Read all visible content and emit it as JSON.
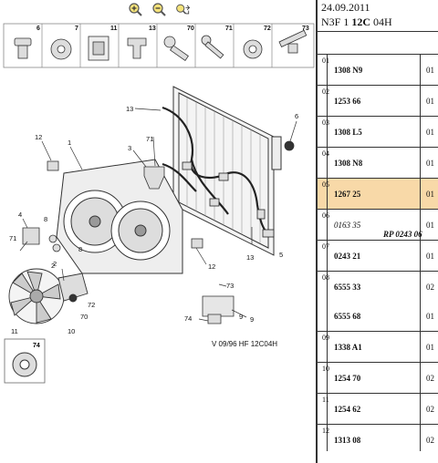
{
  "toolbar": {
    "icons": [
      "zoom-in-icon",
      "zoom-out-icon",
      "zoom-fit-icon"
    ]
  },
  "diagram": {
    "thumbnails": [
      "6",
      "7",
      "11",
      "13",
      "70",
      "71",
      "72",
      "73"
    ],
    "callouts": [
      "13",
      "6",
      "12",
      "1",
      "71",
      "3",
      "2",
      "4",
      "8",
      "71",
      "8",
      "9",
      "5",
      "12",
      "13",
      "2",
      "72",
      "70",
      "11",
      "10",
      "73",
      "74",
      "9"
    ],
    "inset_label": "74",
    "footer": "V 09/96 HF 12C04H"
  },
  "header": {
    "date": "24.09.2011",
    "code_prefix": "N3F 1",
    "code_bold": "12C",
    "code_suffix": "04H"
  },
  "colors": {
    "highlight": "#f8d9a8",
    "line": "#333333"
  },
  "parts": [
    {
      "num": "01",
      "rows": [
        {
          "ref": "1308 N9",
          "qty": "01"
        }
      ]
    },
    {
      "num": "02",
      "rows": [
        {
          "ref": "1253 66",
          "qty": "01"
        }
      ]
    },
    {
      "num": "03",
      "rows": [
        {
          "ref": "1308 L5",
          "qty": "01"
        }
      ]
    },
    {
      "num": "04",
      "rows": [
        {
          "ref": "1308 N8",
          "qty": "01"
        }
      ]
    },
    {
      "num": "05",
      "rows": [
        {
          "ref": "1267 25",
          "qty": "01"
        }
      ],
      "highlight": true
    },
    {
      "num": "06",
      "rows": [
        {
          "ref": "0163 35",
          "qty": "01",
          "italic": true,
          "rp": "RP 0243 06"
        }
      ]
    },
    {
      "num": "07",
      "rows": [
        {
          "ref": "0243 21",
          "qty": "01"
        }
      ]
    },
    {
      "num": "08",
      "rows": [
        {
          "ref": "6555 33",
          "qty": "02"
        },
        {
          "ref": "6555 68",
          "qty": "01"
        }
      ]
    },
    {
      "num": "09",
      "rows": [
        {
          "ref": "1338 A1",
          "qty": "01"
        }
      ]
    },
    {
      "num": "10",
      "rows": [
        {
          "ref": "1254 70",
          "qty": "02"
        }
      ]
    },
    {
      "num": "11",
      "rows": [
        {
          "ref": "1254 62",
          "qty": "02"
        }
      ]
    },
    {
      "num": "12",
      "rows": [
        {
          "ref": "1313 08",
          "qty": "02"
        }
      ]
    }
  ]
}
